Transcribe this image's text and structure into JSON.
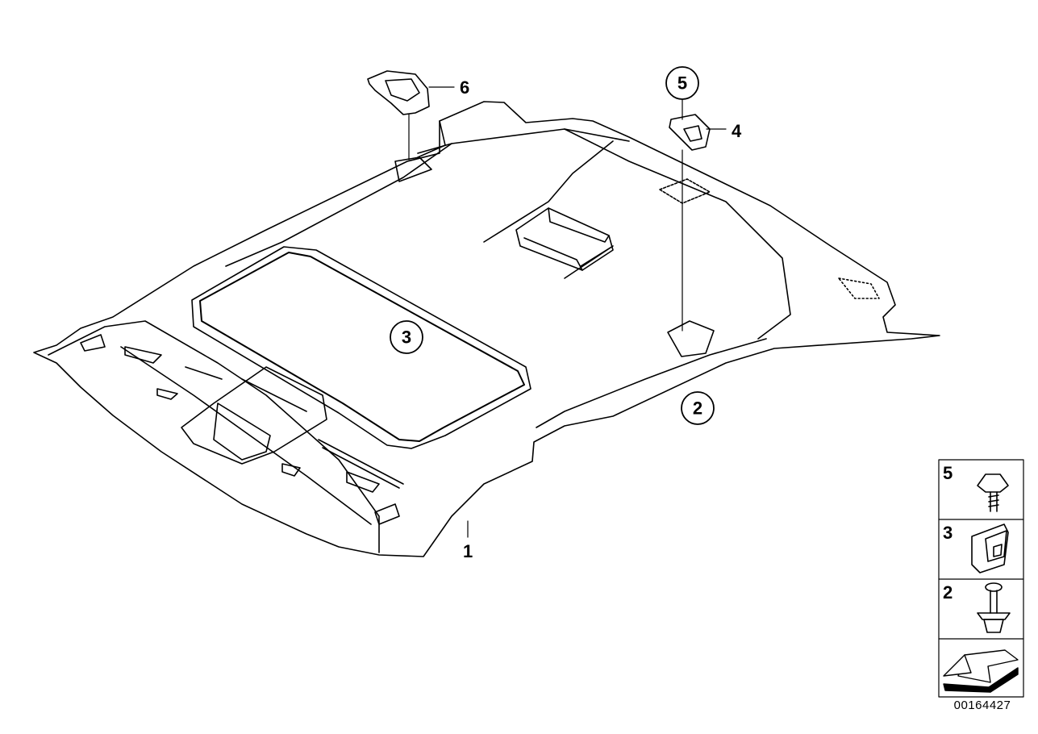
{
  "callouts": {
    "part_1": "1",
    "part_2": "2",
    "part_3": "3",
    "part_4": "4",
    "part_5": "5",
    "part_6": "6"
  },
  "legend": {
    "items": [
      {
        "label": "5",
        "icon": "screw-icon"
      },
      {
        "label": "3",
        "icon": "clip-icon"
      },
      {
        "label": "2",
        "icon": "expanding-rivet-icon"
      },
      {
        "label": "",
        "icon": "arrow-icon"
      }
    ]
  },
  "document_number": "00164427"
}
